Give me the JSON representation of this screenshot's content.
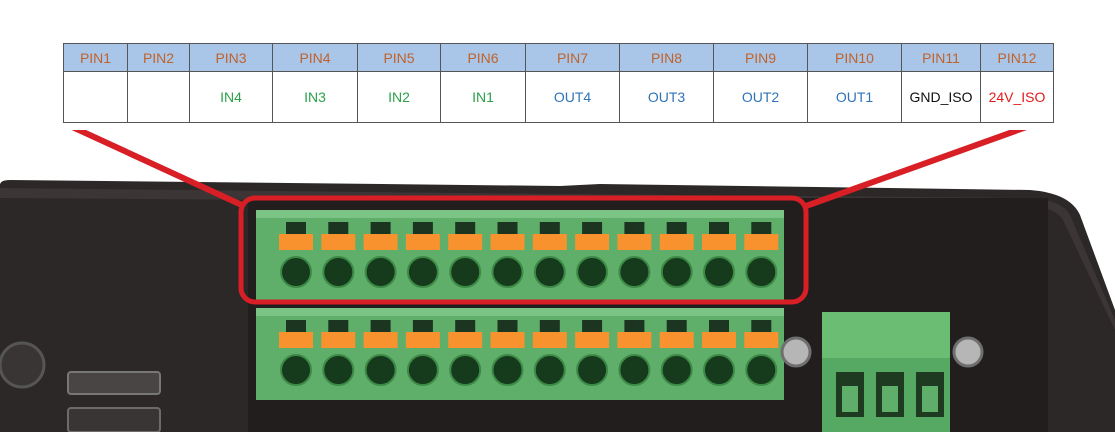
{
  "pin_table": {
    "headers": [
      "PIN1",
      "PIN2",
      "PIN3",
      "PIN4",
      "PIN5",
      "PIN6",
      "PIN7",
      "PIN8",
      "PIN9",
      "PIN10",
      "PIN11",
      "PIN12"
    ],
    "signals": [
      "",
      "",
      "IN4",
      "IN3",
      "IN2",
      "IN1",
      "OUT4",
      "OUT3",
      "OUT2",
      "OUT1",
      "GND_ISO",
      "24V_ISO"
    ]
  },
  "colors": {
    "header_bg": "#a9c6e8",
    "header_text": "#c0622c",
    "input_text": "#2aa24a",
    "output_text": "#2f73b8",
    "gnd_text": "#111111",
    "power_text": "#e11c1c",
    "highlight": "#d81f26",
    "terminal_green": "#5fae6a",
    "lever_orange": "#f7922e",
    "housing": "#2a2626"
  },
  "photo": {
    "description_icons": [
      "terminal-block-icon",
      "screw-icon"
    ]
  }
}
